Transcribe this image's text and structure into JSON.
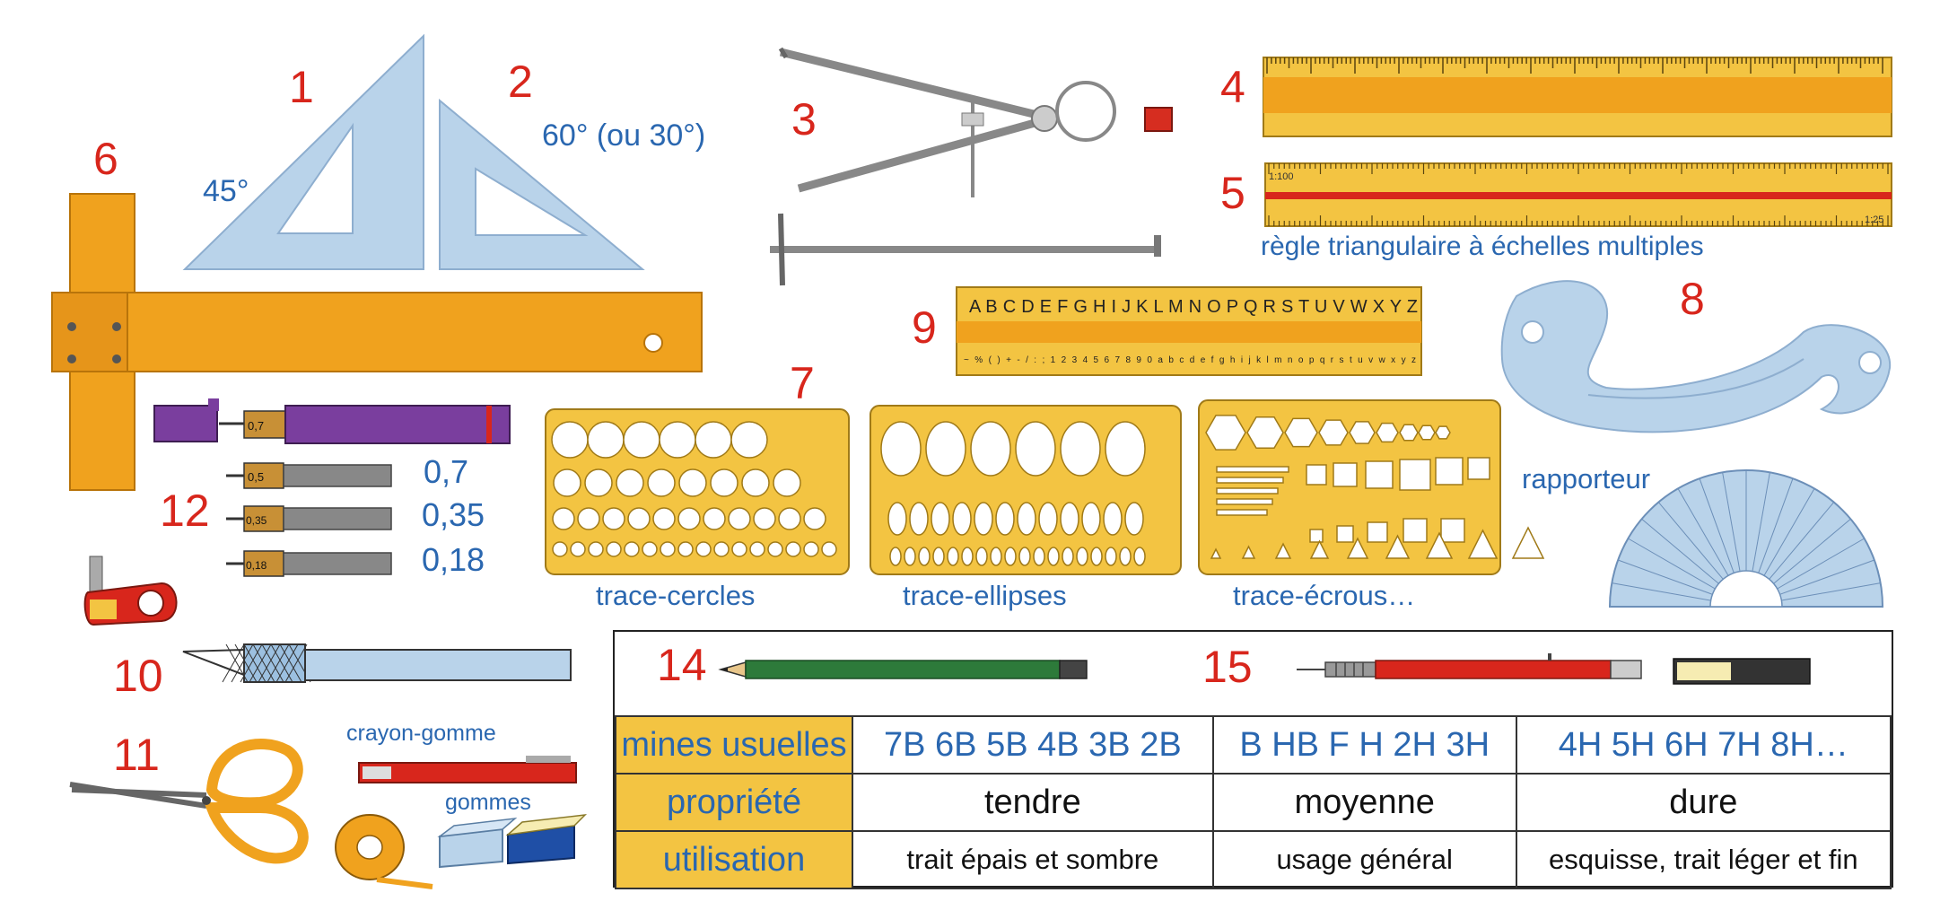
{
  "numbers": {
    "n1": "1",
    "n2": "2",
    "n3": "3",
    "n4": "4",
    "n5": "5",
    "n6": "6",
    "n7": "7",
    "n8": "8",
    "n9": "9",
    "n10": "10",
    "n11": "11",
    "n12": "12",
    "n14": "14",
    "n15": "15"
  },
  "labels": {
    "angle_45": "45°",
    "angle_60": "60° (ou 30°)",
    "scale_ruler": "règle triangulaire à échelles multiples",
    "protractor": "rapporteur",
    "circles": "trace-cercles",
    "ellipses": "trace-ellipses",
    "nuts": "trace-écrous…",
    "pencil_eraser": "crayon-gomme",
    "erasers": "gommes"
  },
  "pens": {
    "sizes": [
      "0,7",
      "0,35",
      "0,18"
    ],
    "tags": [
      "0,7",
      "0,5",
      "0,35",
      "0,18"
    ]
  },
  "lettering": {
    "upper": "A B C D E F G H I J K L M N O P Q R S T U V W X Y Z",
    "lower": "~ % ( ) + - / : ; 1 2 3 4 5 6 7 8 9 0 a b c d e f g h i j k l m n o p q r s t u v w x y z"
  },
  "ruler": {
    "scale_left": "1:100",
    "scale_right": "1:25"
  },
  "table": {
    "rows": [
      {
        "head": "mines usuelles",
        "cells": [
          "7B 6B 5B 4B 3B 2B",
          "B HB F H 2H 3H",
          "4H 5H 6H 7H 8H…"
        ]
      },
      {
        "head": "propriété",
        "cells": [
          "tendre",
          "moyenne",
          "dure"
        ]
      },
      {
        "head": "utilisation",
        "cells": [
          "trait épais et sombre",
          "usage général",
          "esquisse, trait léger et fin"
        ]
      }
    ]
  },
  "colors": {
    "number_red": "#d8261c",
    "label_blue": "#2a67b0",
    "wood_orange": "#f0a21e",
    "template_yellow": "#f3c442",
    "plastic_blue": "#b9d3ea"
  }
}
